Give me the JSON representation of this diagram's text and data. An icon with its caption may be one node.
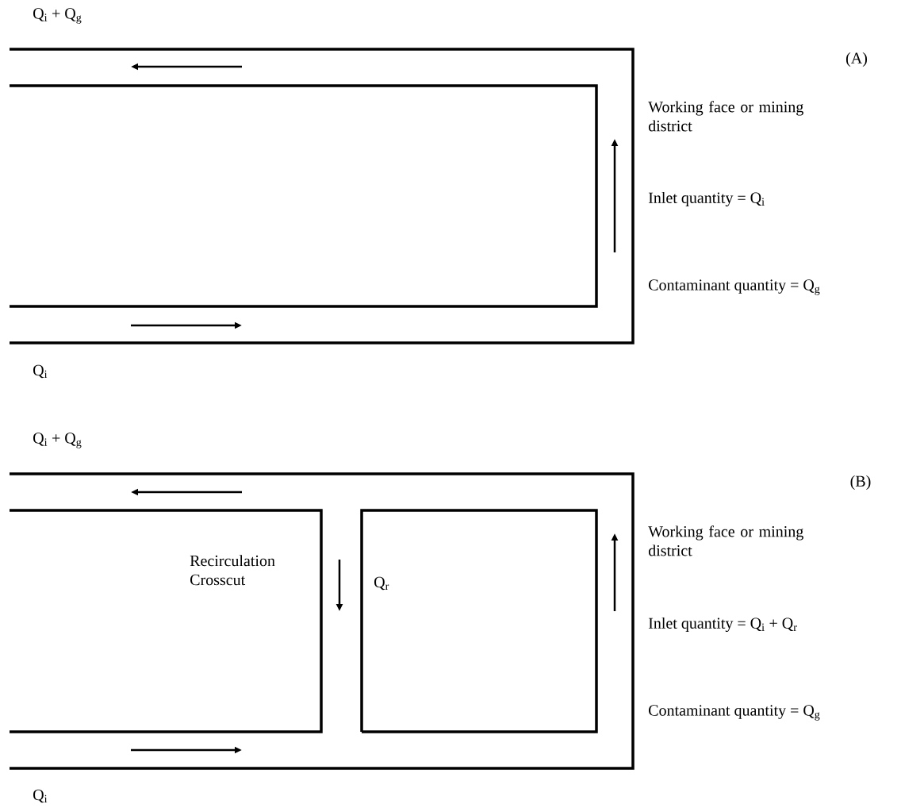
{
  "diagram": {
    "labels": [
      "Q$_{i}$ + Q$_{g}$",
      "(A)",
      "Working face or mining district",
      "Inlet quantity =  Q$_{i}$",
      "Contaminant quantity =  Q$_{g}$",
      "Q$_{i}$",
      "Q$_{i}$ + Q$_{g}$",
      "(B)",
      "Working face or mining district",
      "Recirculation Crosscut",
      "Q$_{r}$",
      "Inlet quantity =  Q$_{i}$ + Q$_{r}$",
      "Contaminant quantity =  Q$_{g}$",
      "Q$_{i}$"
    ]
  }
}
